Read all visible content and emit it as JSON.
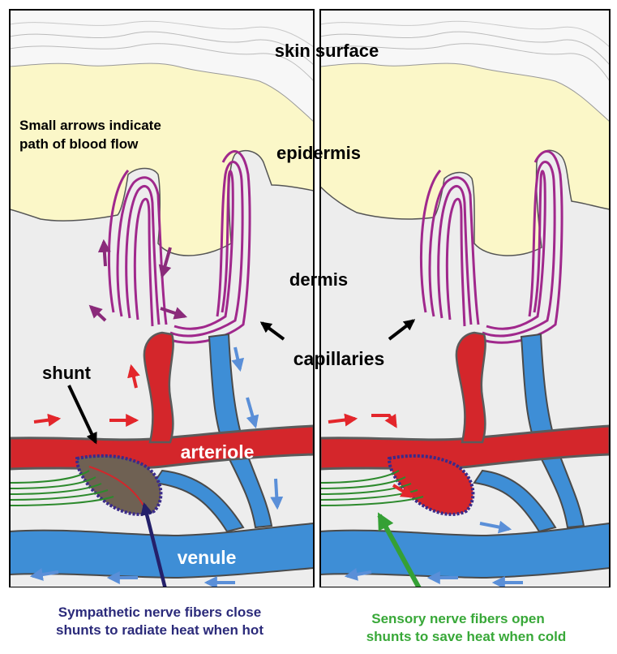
{
  "labels": {
    "skin_surface": "skin surface",
    "epidermis": "epidermis",
    "dermis": "dermis",
    "capillaries": "capillaries",
    "shunt": "shunt",
    "arteriole": "arteriole",
    "venule": "venule",
    "blood_flow_note_line1": "Small arrows indicate",
    "blood_flow_note_line2": "path of blood flow"
  },
  "captions": {
    "left_line1": "Sympathetic nerve fibers close",
    "left_line2": "shunts to radiate heat when hot",
    "right_line1": "Sensory nerve fibers open",
    "right_line2": "shunts to save heat when cold"
  },
  "colors": {
    "epidermis": "#fbf7c8",
    "dermis": "#ededed",
    "artery": "#d4262b",
    "vein": "#3e8ed6",
    "vessel_outline": "#5b5b5b",
    "capillary": "#a0288c",
    "nerve": "#2d8a2d",
    "nerve_sheath": "#3a2a8a",
    "flow_arrow_red": "#e3262b",
    "flow_arrow_blue": "#5a8fd8",
    "flow_arrow_purple": "#8a2a7a",
    "left_caption": "#2b2a7a",
    "right_caption": "#38a838",
    "shunt_closed": "#6f6153"
  }
}
